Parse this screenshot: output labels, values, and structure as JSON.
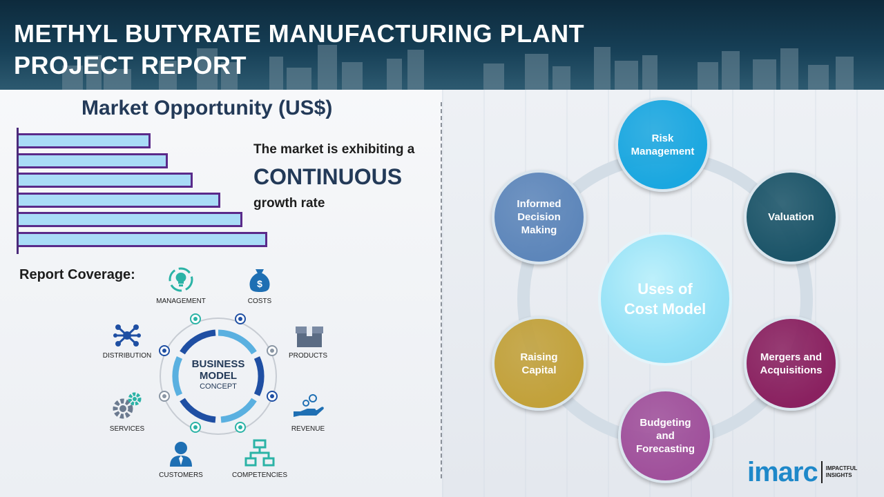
{
  "header": {
    "title": "METHYL BUTYRATE MANUFACTURING PLANT PROJECT REPORT"
  },
  "market": {
    "title": "Market Opportunity (US$)",
    "line1": "The market is exhibiting a",
    "line2": "CONTINUOUS",
    "line3": "growth rate",
    "bar_levels": [
      0.53,
      0.6,
      0.7,
      0.81,
      0.9,
      1.0
    ]
  },
  "coverage": {
    "title": "Report Coverage:",
    "center": {
      "line1": "BUSINESS",
      "line2": "MODEL",
      "line3": "CONCEPT"
    },
    "items": [
      {
        "label": "MANAGEMENT",
        "icon": "gear-bulb-icon"
      },
      {
        "label": "COSTS",
        "icon": "money-bag-icon"
      },
      {
        "label": "DISTRIBUTION",
        "icon": "network-icon"
      },
      {
        "label": "PRODUCTS",
        "icon": "box-icon"
      },
      {
        "label": "SERVICES",
        "icon": "gears-icon"
      },
      {
        "label": "REVENUE",
        "icon": "hand-coin-icon"
      },
      {
        "label": "CUSTOMERS",
        "icon": "person-icon"
      },
      {
        "label": "COMPETENCIES",
        "icon": "org-chart-icon"
      }
    ]
  },
  "cost_model": {
    "center": {
      "line1": "Uses of",
      "line2": "Cost Model"
    },
    "nodes": [
      {
        "label": "Risk Management",
        "lines": [
          "Risk",
          "Management"
        ],
        "color": "#1aa7e0"
      },
      {
        "label": "Valuation",
        "lines": [
          "Valuation"
        ],
        "color": "#1b5468"
      },
      {
        "label": "Mergers and Acquisitions",
        "lines": [
          "Mergers and",
          "Acquisitions"
        ],
        "color": "#8a2160"
      },
      {
        "label": "Budgeting and Forecasting",
        "lines": [
          "Budgeting",
          "and",
          "Forecasting"
        ],
        "color": "#a0509b"
      },
      {
        "label": "Raising Capital",
        "lines": [
          "Raising",
          "Capital"
        ],
        "color": "#c2a13a"
      },
      {
        "label": "Informed Decision Making",
        "lines": [
          "Informed",
          "Decision",
          "Making"
        ],
        "color": "#5d86ba"
      }
    ]
  },
  "brand": {
    "name": "imarc",
    "tagline1": "IMPACTFUL",
    "tagline2": "INSIGHTS",
    "color": "#1e88c9"
  }
}
